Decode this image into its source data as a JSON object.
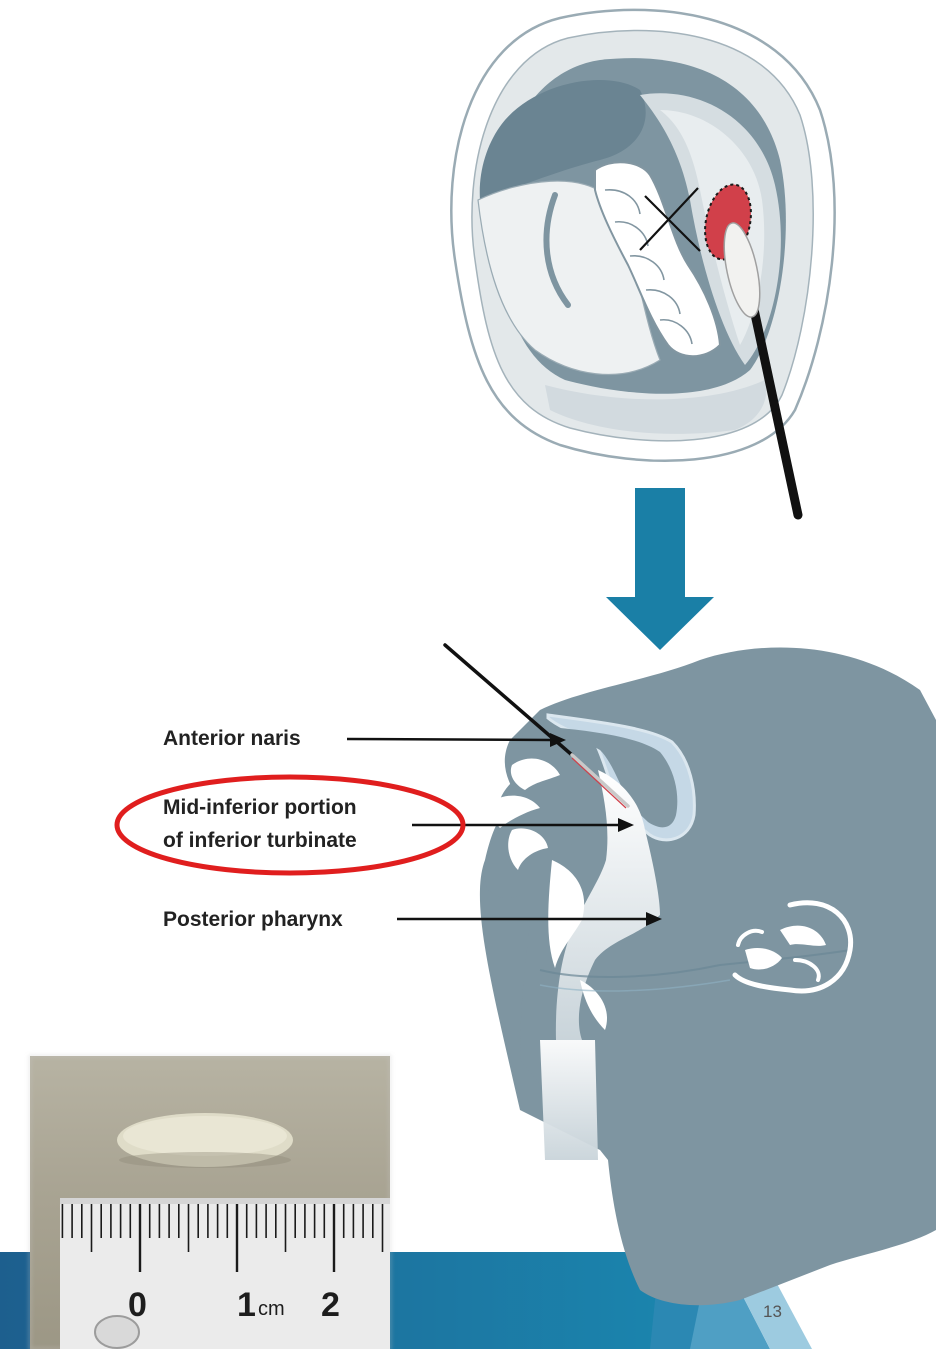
{
  "labels": {
    "anterior_naris": "Anterior naris",
    "turbinate_line1": "Mid-inferior portion",
    "turbinate_line2": "of inferior turbinate",
    "posterior_pharynx": "Posterior pharynx"
  },
  "ruler": {
    "zero": "0",
    "one": "1",
    "unit": "cm",
    "two": "2"
  },
  "page_number": "13",
  "colors": {
    "head": "#7e95a1",
    "arrow": "#1a7fa6",
    "highlight_ring": "#e01e1e",
    "swab_tip": "#d1404a",
    "footer_blue": "#1b7fa8",
    "footer_light": "#6bb2cf"
  },
  "icons": [
    "mouth-swab-illustration",
    "down-arrow-icon",
    "head-sagittal-illustration",
    "swab-photo-with-ruler"
  ]
}
